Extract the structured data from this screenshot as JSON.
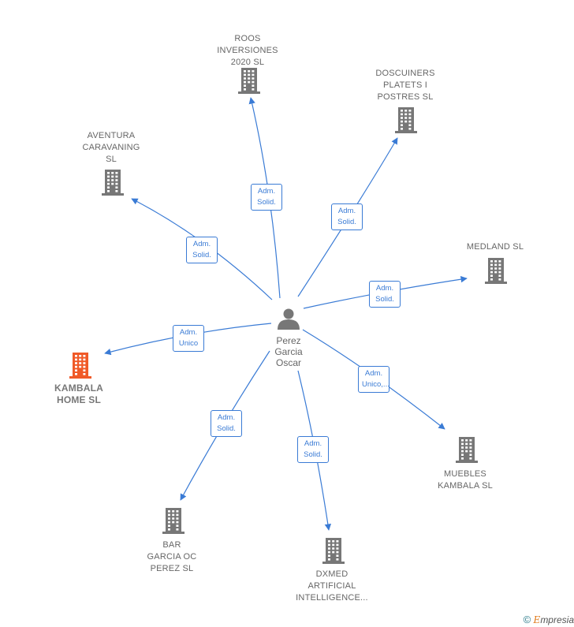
{
  "center": {
    "name": "Perez\nGarcia\nOscar",
    "icon": "person-icon"
  },
  "companies": [
    {
      "id": "roos",
      "name": "ROOS\nINVERSIONES\n2020  SL",
      "highlight": false
    },
    {
      "id": "doscuiners",
      "name": "DOSCUINERS\nPLATETS I\nPOSTRES  SL",
      "highlight": false
    },
    {
      "id": "aventura",
      "name": "AVENTURA\nCARAVANING\nSL",
      "highlight": false
    },
    {
      "id": "medland",
      "name": "MEDLAND SL",
      "highlight": false
    },
    {
      "id": "kambala-home",
      "name": "KAMBALA\nHOME  SL",
      "highlight": true
    },
    {
      "id": "muebles",
      "name": "MUEBLES\nKAMBALA SL",
      "highlight": false
    },
    {
      "id": "bar",
      "name": "BAR\nGARCIA OC\nPEREZ  SL",
      "highlight": false
    },
    {
      "id": "dxmed",
      "name": "DXMED\nARTIFICIAL\nINTELLIGENCE...",
      "highlight": false
    }
  ],
  "edges": [
    {
      "to": "roos",
      "label": "Adm.\nSolid."
    },
    {
      "to": "doscuiners",
      "label": "Adm.\nSolid."
    },
    {
      "to": "aventura",
      "label": "Adm.\nSolid."
    },
    {
      "to": "medland",
      "label": "Adm.\nSolid."
    },
    {
      "to": "kambala-home",
      "label": "Adm.\nUnico"
    },
    {
      "to": "muebles",
      "label": "Adm.\nUnico,..."
    },
    {
      "to": "bar",
      "label": "Adm.\nSolid."
    },
    {
      "to": "dxmed",
      "label": "Adm.\nSolid."
    }
  ],
  "colors": {
    "edge": "#3a7bd5",
    "building": "#777777",
    "building_highlight": "#f05a28"
  },
  "footer": {
    "copyright": "©",
    "brand_e": "E",
    "brand_rest": "mpresia"
  }
}
